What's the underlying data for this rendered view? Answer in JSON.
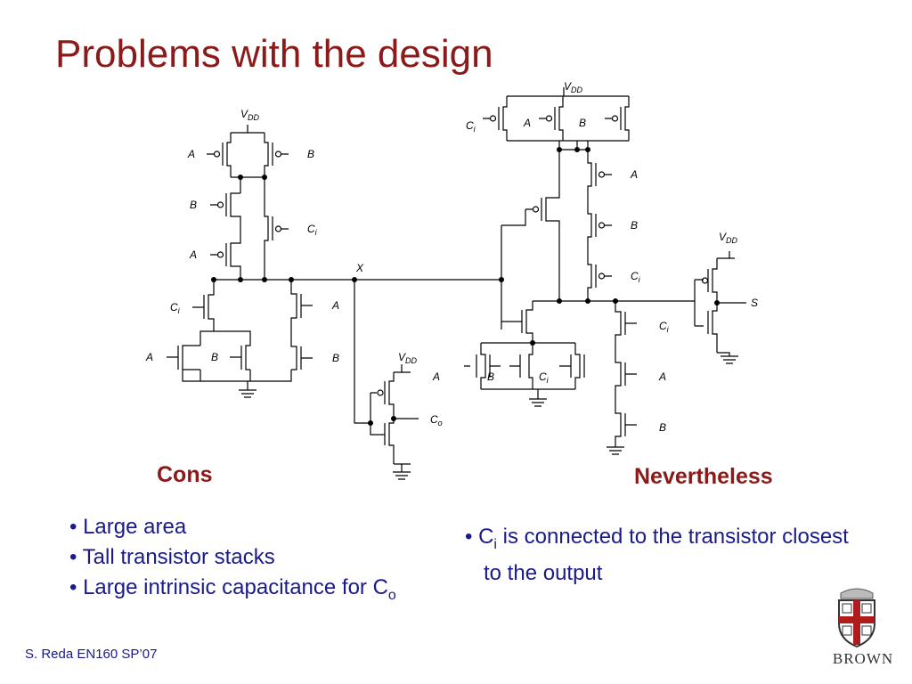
{
  "slide": {
    "title": "Problems with the design",
    "footer": "S. Reda EN160 SP’07",
    "logo_text": "BROWN"
  },
  "circuit": {
    "labels": {
      "vdd_left": "V",
      "vdd_sub": "DD",
      "l_a1": "A",
      "l_b1": "B",
      "l_b2": "B",
      "l_ci1": "C",
      "l_a2": "A",
      "l_ci_n": "C",
      "l_a_n": "A",
      "l_a_n2": "A",
      "l_b_n": "B",
      "l_b_n2": "B",
      "x_node": "X",
      "vdd_mid": "V",
      "co": "C",
      "co_sub": "o",
      "vdd_right": "V",
      "r_ci_top": "C",
      "r_a_top": "A",
      "r_b_top": "B",
      "r_a2": "A",
      "r_b2": "B",
      "r_ci2": "C",
      "r_a3": "A",
      "r_b3": "B",
      "r_ci3": "C",
      "r_ci4": "C",
      "r_a4": "A",
      "r_b4": "B",
      "vdd_s": "V",
      "s_out": "S",
      "i_sub": "i"
    }
  },
  "cons": {
    "heading": "Cons",
    "items": [
      "Large area",
      "Tall transistor stacks",
      "Large intrinsic capacitance for C"
    ],
    "sub": "o"
  },
  "nevertheless": {
    "heading": "Nevertheless",
    "item_pre": "C",
    "item_sub": "i",
    "item_post": " is connected to the transistor closest to the output"
  }
}
